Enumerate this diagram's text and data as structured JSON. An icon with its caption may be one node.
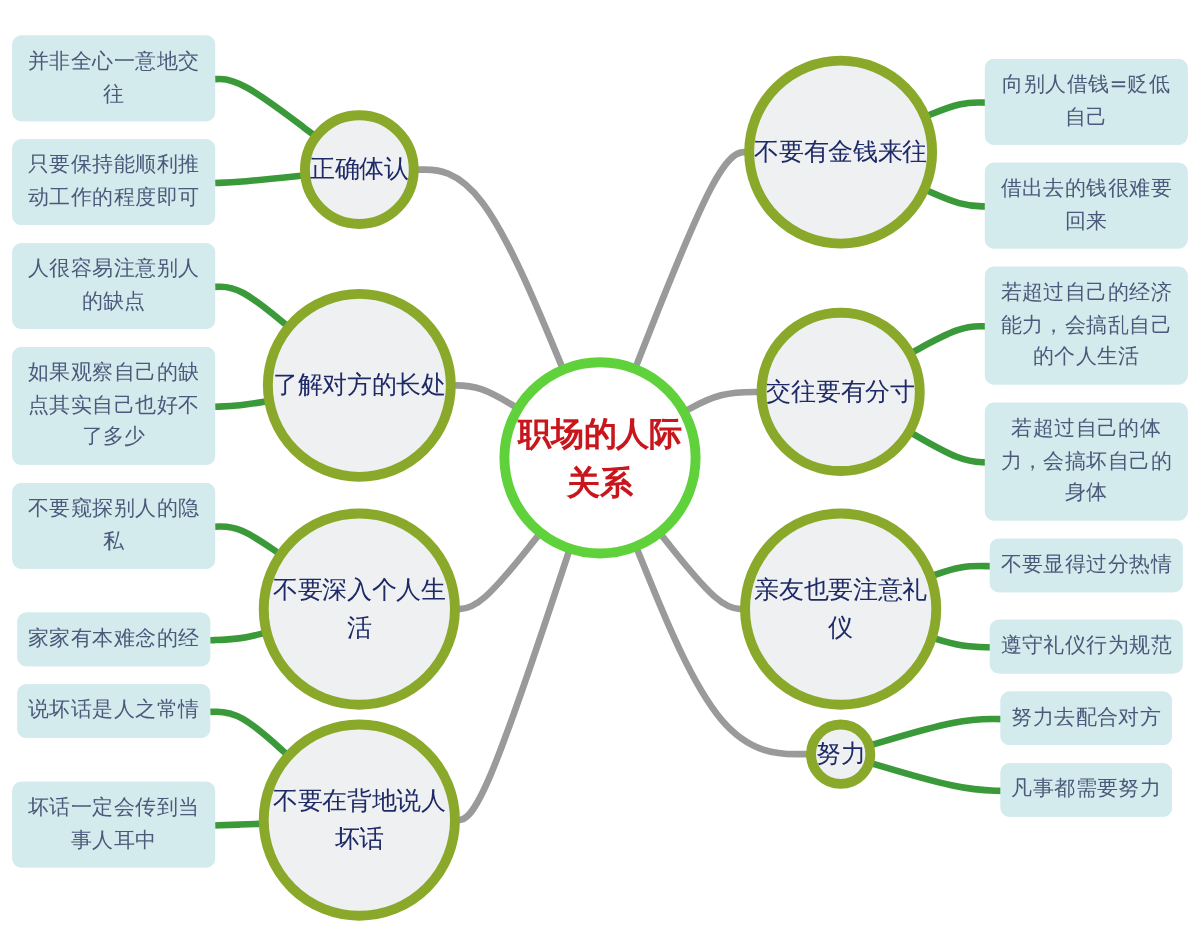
{
  "diagram": {
    "nodes": [
      {
        "text": [
          "职场的人际关系"
        ]
      },
      {
        "text": [
          "不要有金钱来往"
        ]
      },
      {
        "text": [
          "交往要有分寸"
        ]
      },
      {
        "text": [
          "亲友也要注意礼仪"
        ]
      },
      {
        "text": [
          "努力"
        ]
      },
      {
        "text": [
          "正确体认"
        ]
      },
      {
        "text": [
          "了解对方的长处"
        ]
      },
      {
        "text": [
          "不要深入个人生活"
        ]
      },
      {
        "text": [
          "不要在背地说人坏话"
        ]
      },
      {
        "text": [
          "向别人借钱=贬低自己"
        ]
      },
      {
        "text": [
          "借出去的钱很难要回来"
        ]
      },
      {
        "text": [
          "若超过自己的经济能力，会搞乱自己的个人生活"
        ]
      },
      {
        "text": [
          "若超过自己的体力，会搞坏自己的身体"
        ]
      },
      {
        "text": [
          "不要显得过分热情"
        ]
      },
      {
        "text": [
          "遵守礼仪行为规范"
        ]
      },
      {
        "text": [
          "努力去配合对方"
        ]
      },
      {
        "text": [
          "凡事都需要努力"
        ]
      },
      {
        "text": [
          "并非全心一意地交往"
        ]
      },
      {
        "text": [
          "只要保持能顺利推动工作的程度即可"
        ]
      },
      {
        "text": [
          "人很容易注意别人的缺点"
        ]
      },
      {
        "text": [
          "如果观察自己的缺点其实自己也好不了多少"
        ]
      },
      {
        "text": [
          "不要窥探别人的隐私"
        ]
      },
      {
        "text": [
          "家家有本难念的经"
        ]
      },
      {
        "text": [
          "说坏话是人之常情"
        ]
      },
      {
        "text": [
          "坏话一定会传到当事人耳中"
        ]
      }
    ],
    "edges": [
      {
        "from": 0,
        "to": 1,
        "arrow": "none",
        "color": "#9a9a9a"
      },
      {
        "from": 0,
        "to": 2,
        "arrow": "none",
        "color": "#9a9a9a"
      },
      {
        "from": 0,
        "to": 3,
        "arrow": "none",
        "color": "#9a9a9a"
      },
      {
        "from": 0,
        "to": 4,
        "arrow": "none",
        "color": "#9a9a9a"
      },
      {
        "from": 5,
        "to": 0,
        "arrow": "none",
        "color": "#9a9a9a"
      },
      {
        "from": 6,
        "to": 0,
        "arrow": "none",
        "color": "#9a9a9a"
      },
      {
        "from": 7,
        "to": 0,
        "arrow": "none",
        "color": "#9a9a9a"
      },
      {
        "from": 8,
        "to": 0,
        "arrow": "none",
        "color": "#9a9a9a"
      },
      {
        "from": 1,
        "to": 9,
        "arrow": "none"
      },
      {
        "from": 1,
        "to": 10,
        "arrow": "none"
      },
      {
        "from": 2,
        "to": 11,
        "arrow": "none"
      },
      {
        "from": 2,
        "to": 12,
        "arrow": "none"
      },
      {
        "from": 3,
        "to": 13,
        "arrow": "none"
      },
      {
        "from": 3,
        "to": 14,
        "arrow": "none"
      },
      {
        "from": 4,
        "to": 15,
        "arrow": "none"
      },
      {
        "from": 4,
        "to": 16,
        "arrow": "none"
      },
      {
        "from": 17,
        "to": 5,
        "arrow": "none"
      },
      {
        "from": 18,
        "to": 5,
        "arrow": "none"
      },
      {
        "from": 19,
        "to": 6,
        "arrow": "none"
      },
      {
        "from": 20,
        "to": 6,
        "arrow": "none"
      },
      {
        "from": 21,
        "to": 7,
        "arrow": "none"
      },
      {
        "from": 22,
        "to": 7,
        "arrow": "none"
      },
      {
        "from": 23,
        "to": 8,
        "arrow": "none"
      },
      {
        "from": 24,
        "to": 8,
        "arrow": "none"
      }
    ]
  }
}
